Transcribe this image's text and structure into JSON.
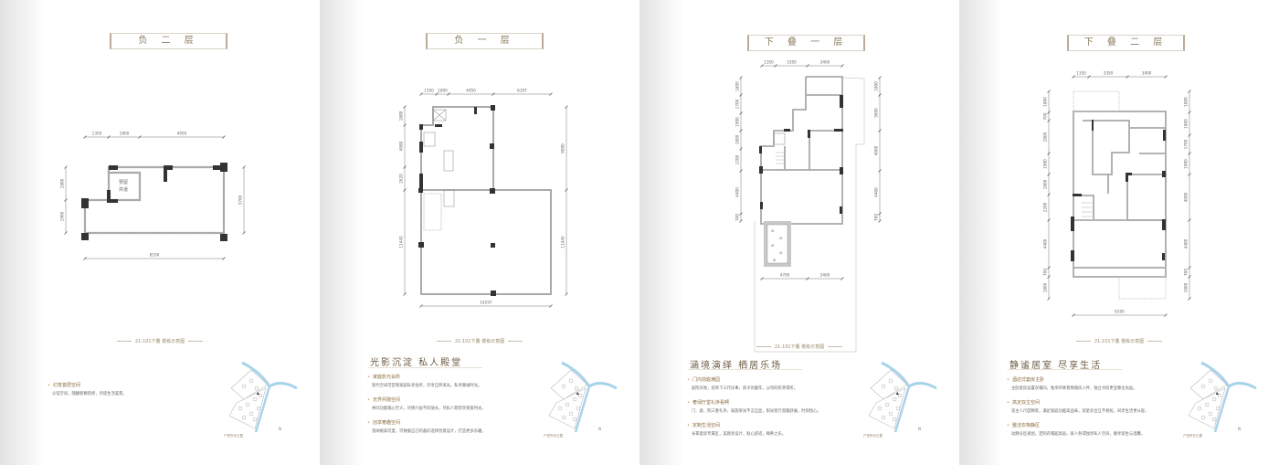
{
  "colors": {
    "accent": "#8a7a60",
    "wall": "#999999",
    "column": "#333333",
    "river": "#a8d4ea"
  },
  "pages": [
    {
      "title": "负 二 层",
      "caption": "21-101下叠 楼栋示意图",
      "legend": "户型所在位置",
      "plan": {
        "shaft_label_1": "预留",
        "shaft_label_2": "井道",
        "top": [
          "1350",
          "1800",
          "4950"
        ],
        "left": [
          "1800",
          "1900"
        ],
        "right": [
          "3700"
        ],
        "bottom": [
          "8100"
        ]
      },
      "bullets": [
        {
          "title": "幻变首层空间",
          "text": "公馆空间，随翻新精装修，尽揽生活美景。"
        }
      ]
    },
    {
      "title": "负 一 层",
      "caption": "21-101下叠 楼栋示意图",
      "legend": "户型所在位置",
      "heading": "光影沉淀  私人殿堂",
      "plan": {
        "top": [
          "1350",
          "1800",
          "4950",
          "6197"
        ],
        "left": [
          "1800",
          "4680",
          "2620",
          "11445"
        ],
        "right": [
          "9000",
          "11445"
        ],
        "bottom": [
          "14297"
        ]
      },
      "bullets": [
        {
          "title": "家庭影光会所",
          "text": "现代空间可定制家庭私享会所，尽享自然采光，私享静谧时光。"
        },
        {
          "title": "无界共融空间",
          "text": "共同功能隔心空义，尽情六层不同放长，尽私人影院享受爱时光。"
        },
        {
          "title": "创享奢趣空间",
          "text": "宽阔挑高可度，可根据自己的喜好选择创意设计，打造更多乐趣。"
        }
      ]
    },
    {
      "title": "下 叠 一 层",
      "caption": "21-101下叠 楼栋示意图",
      "legend": "户型所在位置",
      "heading": "涵境演绎  栖居乐场",
      "plan": {
        "top": [
          "1350",
          "3350",
          "3400"
        ],
        "left": [
          "1800",
          "1700",
          "1900",
          "1800",
          "2200",
          "4400",
          "700"
        ],
        "right": [
          "1800",
          "3600",
          "4000",
          "4400",
          "700"
        ],
        "bottom": [
          "4700",
          "3400"
        ]
      },
      "bullets": [
        {
          "title": "门内前庭满园",
          "text": "庭院天地，装饰下三代乐事，孩子的童年，父母的花草得所。"
        },
        {
          "title": "奢阔厅堂礼序看啊",
          "text": "门、庭、院三重礼序，家族荣光不言自显，阳光客厅宽敞舒展，时刻悦心。"
        },
        {
          "title": "定制生活空间",
          "text": "长辈套房专属区，美颜亮设计，贴心舒适，颐养之乐。"
        }
      ]
    },
    {
      "title": "下 叠 二 层",
      "caption": "21-101下叠 楼栋示意图",
      "legend": "户型所在位置",
      "heading": "静谧居室  尽享生活",
      "plan": {
        "top": [
          "1350",
          "3350",
          "3400"
        ],
        "left": [
          "1800",
          "700",
          "2800",
          "1900",
          "1800",
          "2200",
          "4400",
          "700",
          "1800"
        ],
        "right": [
          "1800",
          "1800",
          "1700",
          "1900",
          "4000",
          "4400",
          "700",
          "1800"
        ],
        "bottom": [
          "8100"
        ]
      },
      "bullets": [
        {
          "title": "酒店式套房主卧",
          "text": "主卧套房设置衣帽间，独享四季景致随风入怀，独立书房更显尊主尚品。"
        },
        {
          "title": "高定双主空间",
          "text": "双主人尺度精装，满足家庭功能高品味，双星衣台互不相扰，同享生活更从容。"
        },
        {
          "title": "整洁衣物静区",
          "text": "动静分区规划，定制衣帽超高层，家人各得独享私人空间，静享宽生与温馨。"
        }
      ]
    }
  ]
}
